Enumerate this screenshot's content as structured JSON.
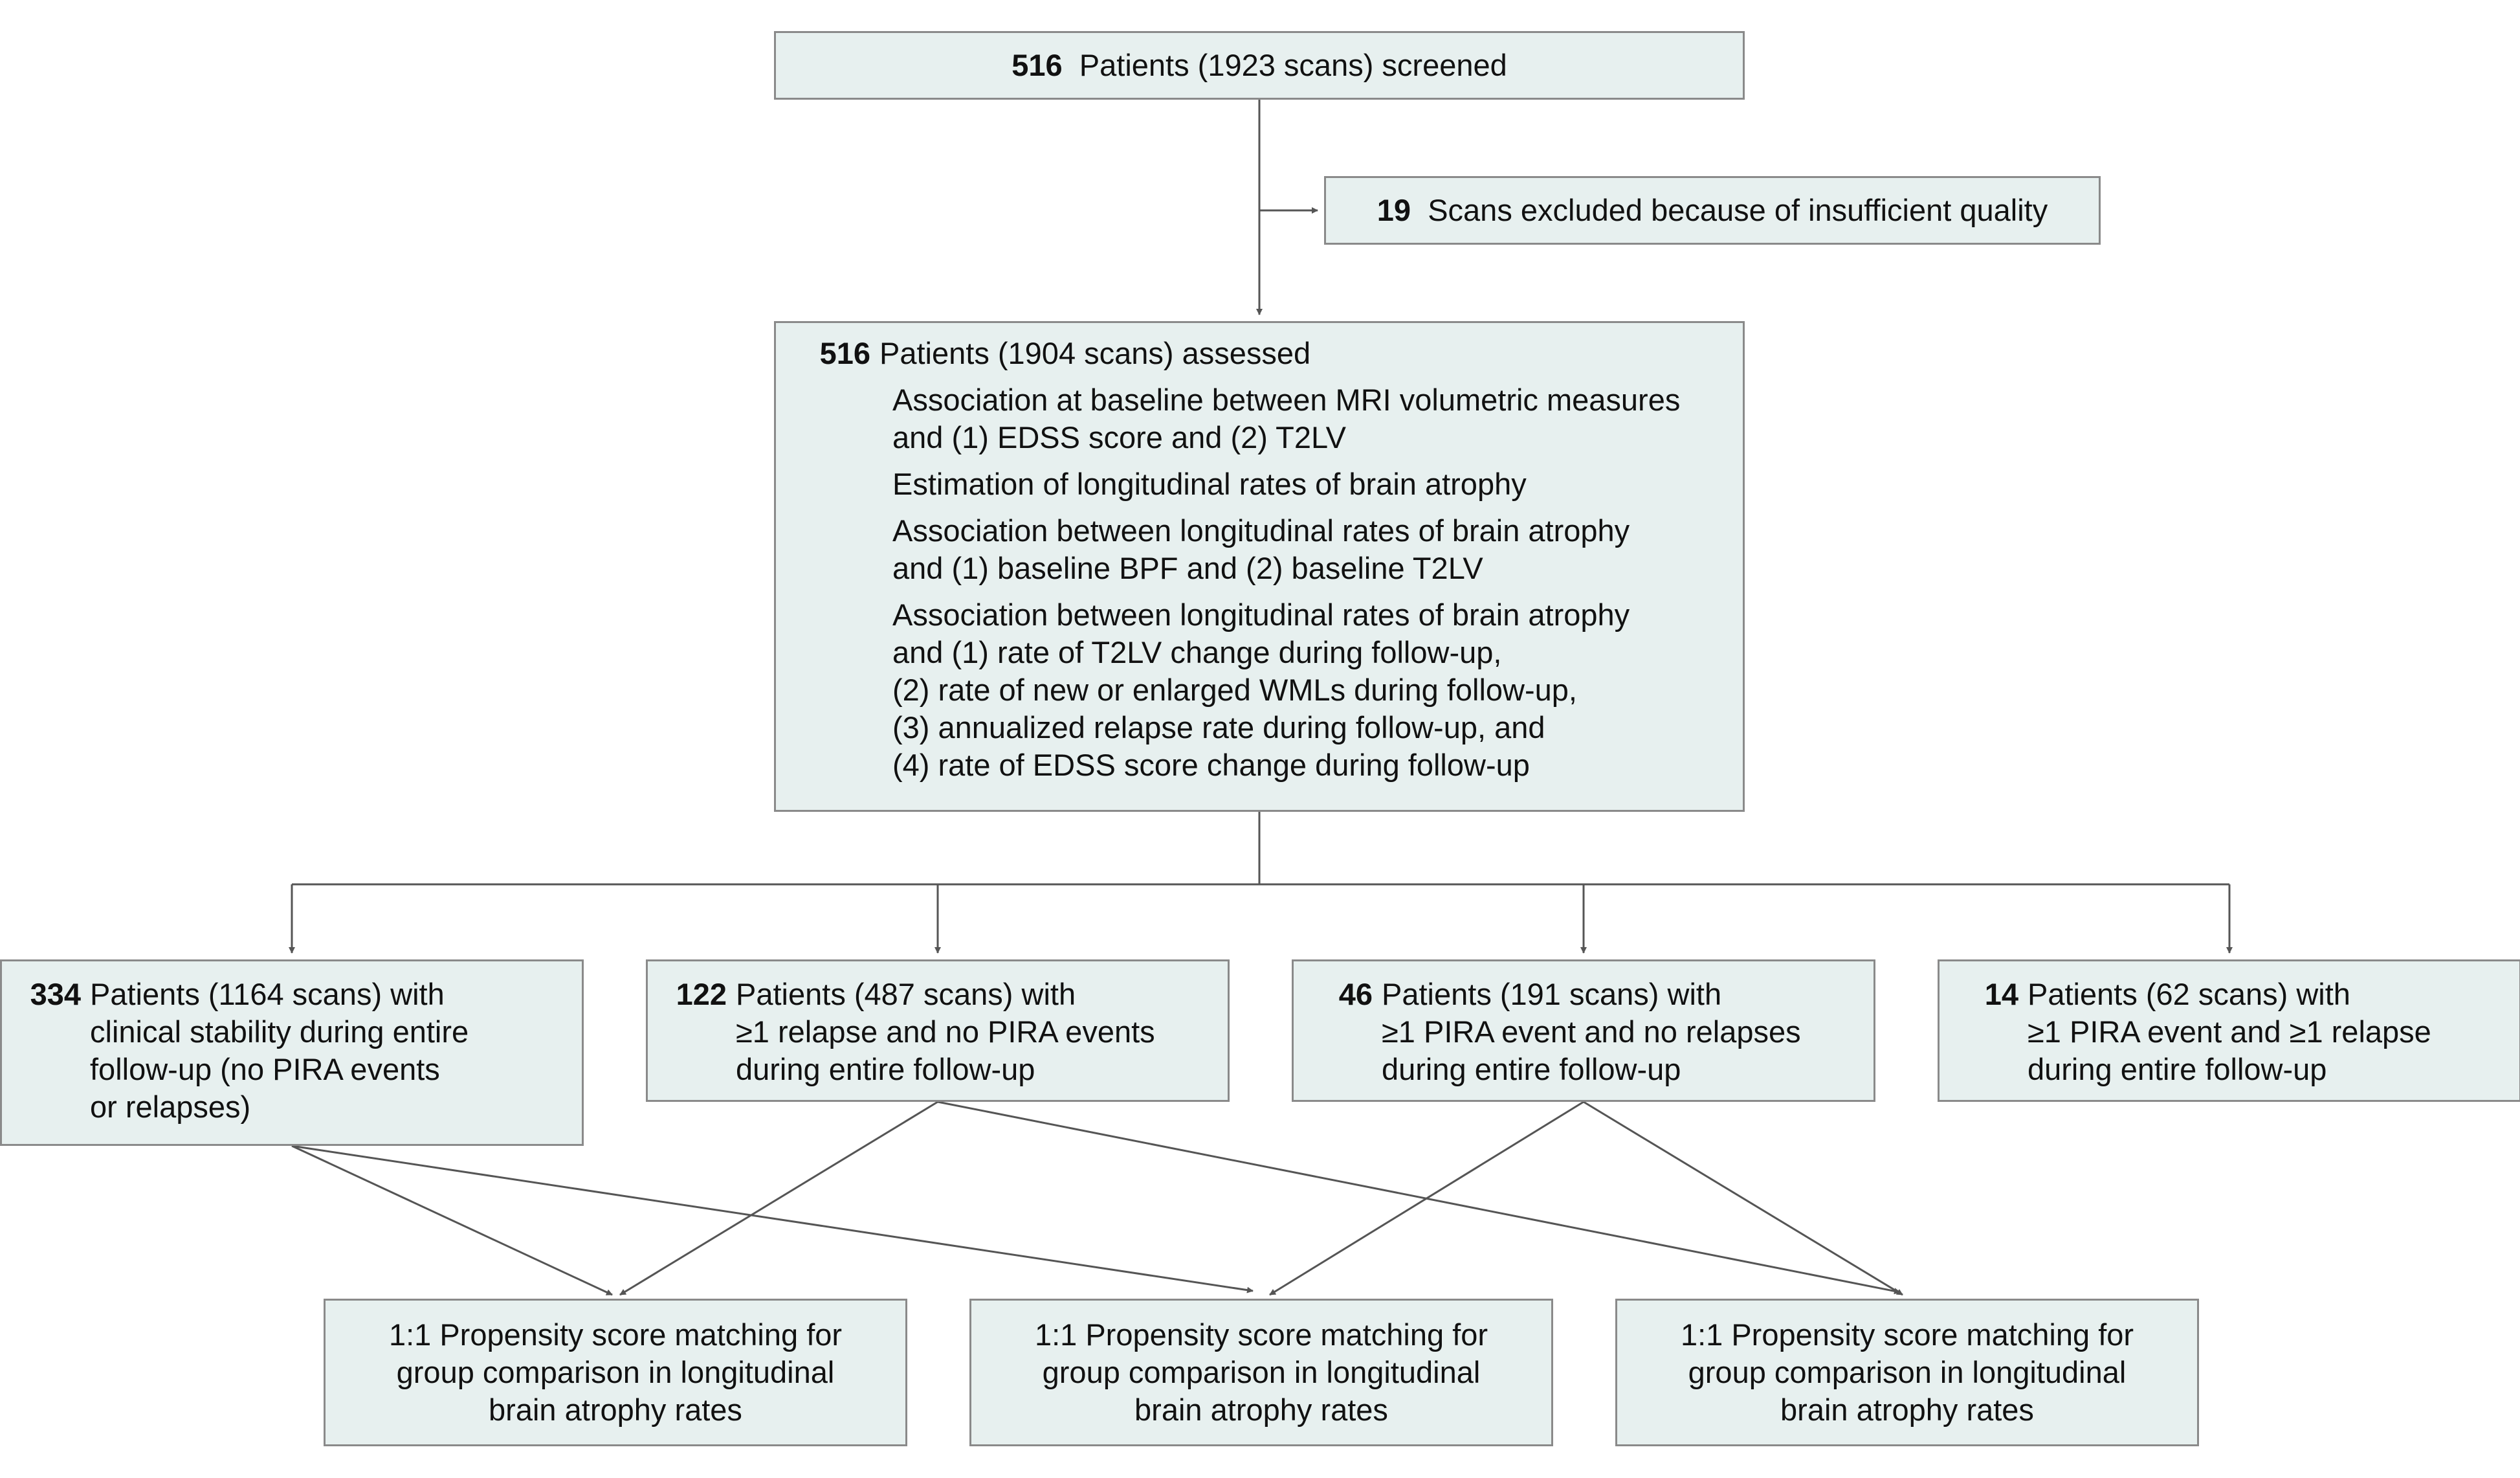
{
  "screened": {
    "count": "516",
    "text": "Patients (1923 scans) screened"
  },
  "excluded": {
    "count": "19",
    "text": "Scans excluded because of insufficient quality"
  },
  "assessed": {
    "count": "516",
    "text": "Patients (1904 scans) assessed",
    "items": [
      [
        "Association at baseline between MRI volumetric measures",
        "and (1) EDSS score and (2) T2LV"
      ],
      [
        "Estimation of longitudinal rates of brain atrophy"
      ],
      [
        "Association between longitudinal rates of brain atrophy",
        "and (1) baseline BPF and (2) baseline T2LV"
      ],
      [
        "Association between longitudinal rates of brain atrophy",
        "and (1) rate of T2LV change during follow-up,",
        "(2) rate of new or enlarged WMLs during follow-up,",
        "(3) annualized relapse rate during follow-up, and",
        "(4) rate of EDSS score change during follow-up"
      ]
    ]
  },
  "groups": [
    {
      "count": "334",
      "lines": [
        "Patients (1164 scans) with",
        "clinical stability during entire",
        "follow-up (no PIRA events",
        "or relapses)"
      ]
    },
    {
      "count": "122",
      "lines": [
        "Patients (487 scans) with",
        "≥1 relapse and no PIRA events",
        "during entire follow-up"
      ]
    },
    {
      "count": "46",
      "lines": [
        "Patients (191 scans) with",
        "≥1 PIRA event and no relapses",
        "during entire follow-up"
      ]
    },
    {
      "count": "14",
      "lines": [
        "Patients (62 scans) with",
        "≥1 PIRA event and ≥1 relapse",
        "during entire follow-up"
      ]
    }
  ],
  "matching": {
    "lines": [
      "1:1 Propensity score matching for",
      "group comparison in longitudinal",
      "brain atrophy rates"
    ]
  },
  "colors": {
    "box_fill": "#e7f0ef",
    "box_border": "#8a8a8a",
    "connector": "#555555"
  }
}
